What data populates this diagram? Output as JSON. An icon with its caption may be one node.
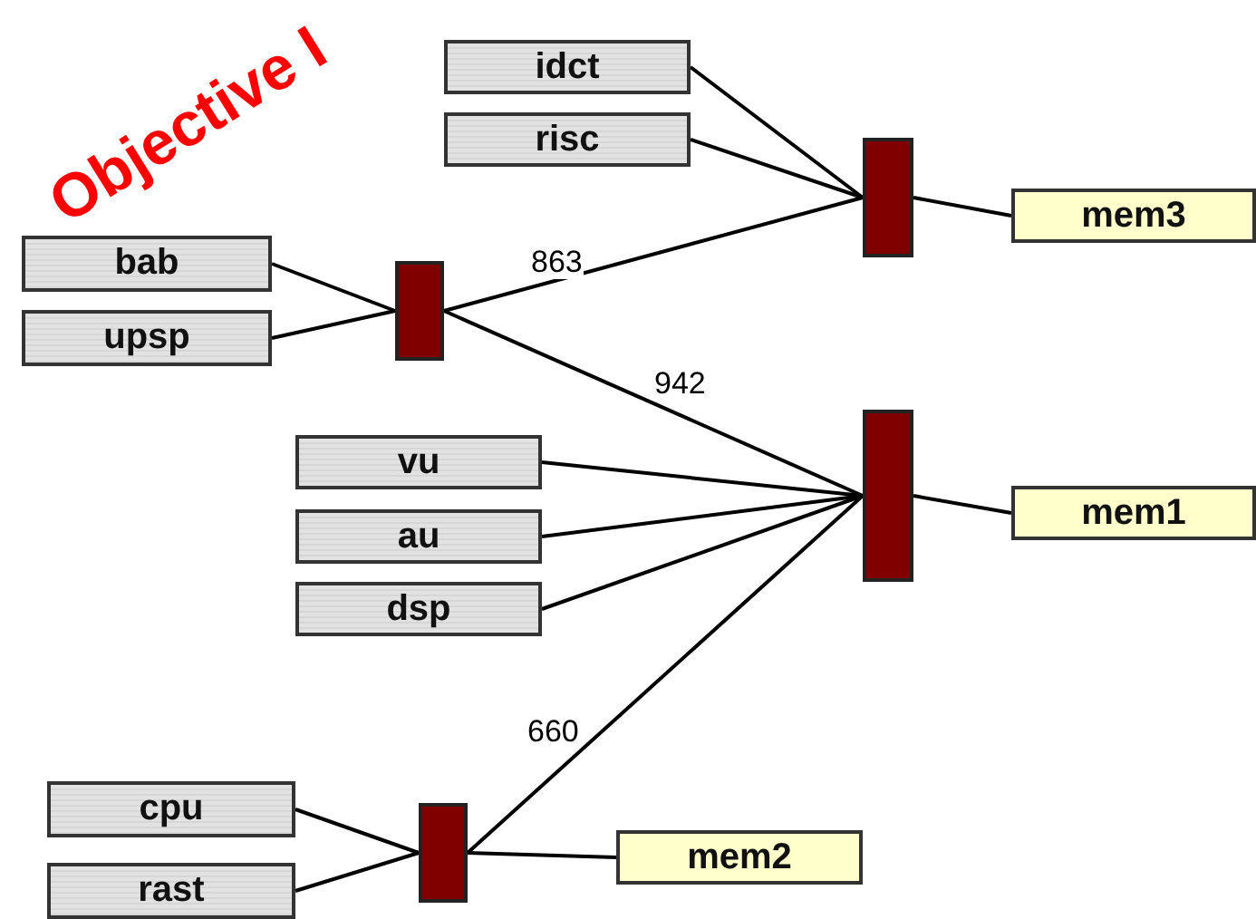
{
  "diagram": {
    "title": "Objective I",
    "nodes": [
      {
        "text": [
          "idct"
        ]
      },
      {
        "text": [
          "risc"
        ]
      },
      {
        "text": [],
        "shape": "bar"
      },
      {
        "text": [
          "mem3"
        ]
      },
      {
        "text": [
          "bab"
        ]
      },
      {
        "text": [
          "upsp"
        ]
      },
      {
        "text": [],
        "shape": "bar"
      },
      {
        "text": [
          "vu"
        ]
      },
      {
        "text": [],
        "shape": "bar"
      },
      {
        "text": [
          "mem1"
        ]
      },
      {
        "text": [
          "au"
        ]
      },
      {
        "text": [
          "dsp"
        ]
      },
      {
        "text": [
          "cpu"
        ]
      },
      {
        "text": [],
        "shape": "bar"
      },
      {
        "text": [
          "mem2"
        ]
      },
      {
        "text": [
          "rast"
        ]
      }
    ],
    "edges": [
      {
        "from": 0,
        "to": 2,
        "arrow": "none"
      },
      {
        "from": 1,
        "to": 2,
        "arrow": "none"
      },
      {
        "from": 2,
        "to": 3,
        "arrow": "none"
      },
      {
        "from": 4,
        "to": 6,
        "arrow": "none"
      },
      {
        "from": 5,
        "to": 6,
        "arrow": "none"
      },
      {
        "from": 6,
        "to": 2,
        "arrow": "none",
        "label": "863"
      },
      {
        "from": 6,
        "to": 8,
        "arrow": "none",
        "label": "942"
      },
      {
        "from": 7,
        "to": 8,
        "arrow": "none"
      },
      {
        "from": 10,
        "to": 8,
        "arrow": "none"
      },
      {
        "from": 11,
        "to": 8,
        "arrow": "none"
      },
      {
        "from": 8,
        "to": 9,
        "arrow": "none"
      },
      {
        "from": 12,
        "to": 13,
        "arrow": "none"
      },
      {
        "from": 15,
        "to": 13,
        "arrow": "none"
      },
      {
        "from": 13,
        "to": 8,
        "arrow": "none",
        "label": "660"
      },
      {
        "from": 13,
        "to": 14,
        "arrow": "none"
      }
    ]
  }
}
